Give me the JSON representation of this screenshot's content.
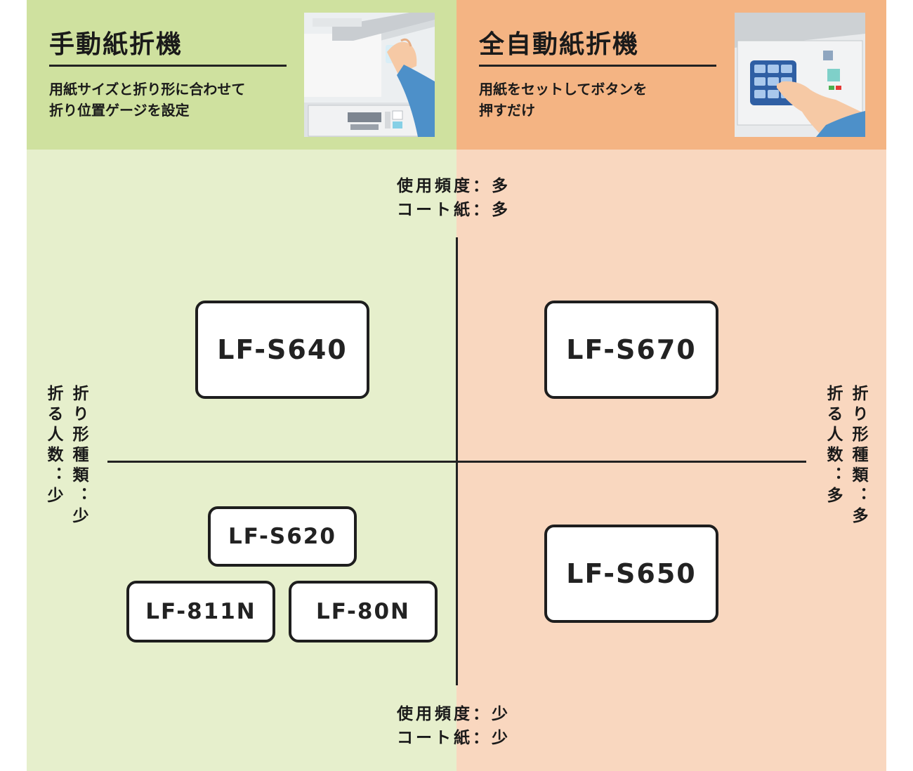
{
  "manual": {
    "title": "手動紙折機",
    "description": "用紙サイズと折り形に合わせて\n折り位置ゲージを設定",
    "color": "#cfe19f",
    "body_color": "#e6efcc"
  },
  "auto": {
    "title": "全自動紙折機",
    "description": "用紙をセットしてボタンを\n押すだけ",
    "color": "#f4b483",
    "body_color": "#f9d7bf"
  },
  "axes": {
    "top": "使用頻度：多\nコート紙：多",
    "bottom": "使用頻度：少\nコート紙：少",
    "left": "折り形種類：少\n折る人数：少",
    "right": "折り形種類：多\n折る人数：多"
  },
  "models": {
    "s640": "LF-S640",
    "s670": "LF-S670",
    "s620": "LF-S620",
    "m811n": "LF-811N",
    "m80n": "LF-80N",
    "s650": "LF-S650"
  },
  "icons": {
    "manual_illustration": "hand-adjusting-folder-icon",
    "auto_illustration": "hand-pressing-button-icon"
  }
}
